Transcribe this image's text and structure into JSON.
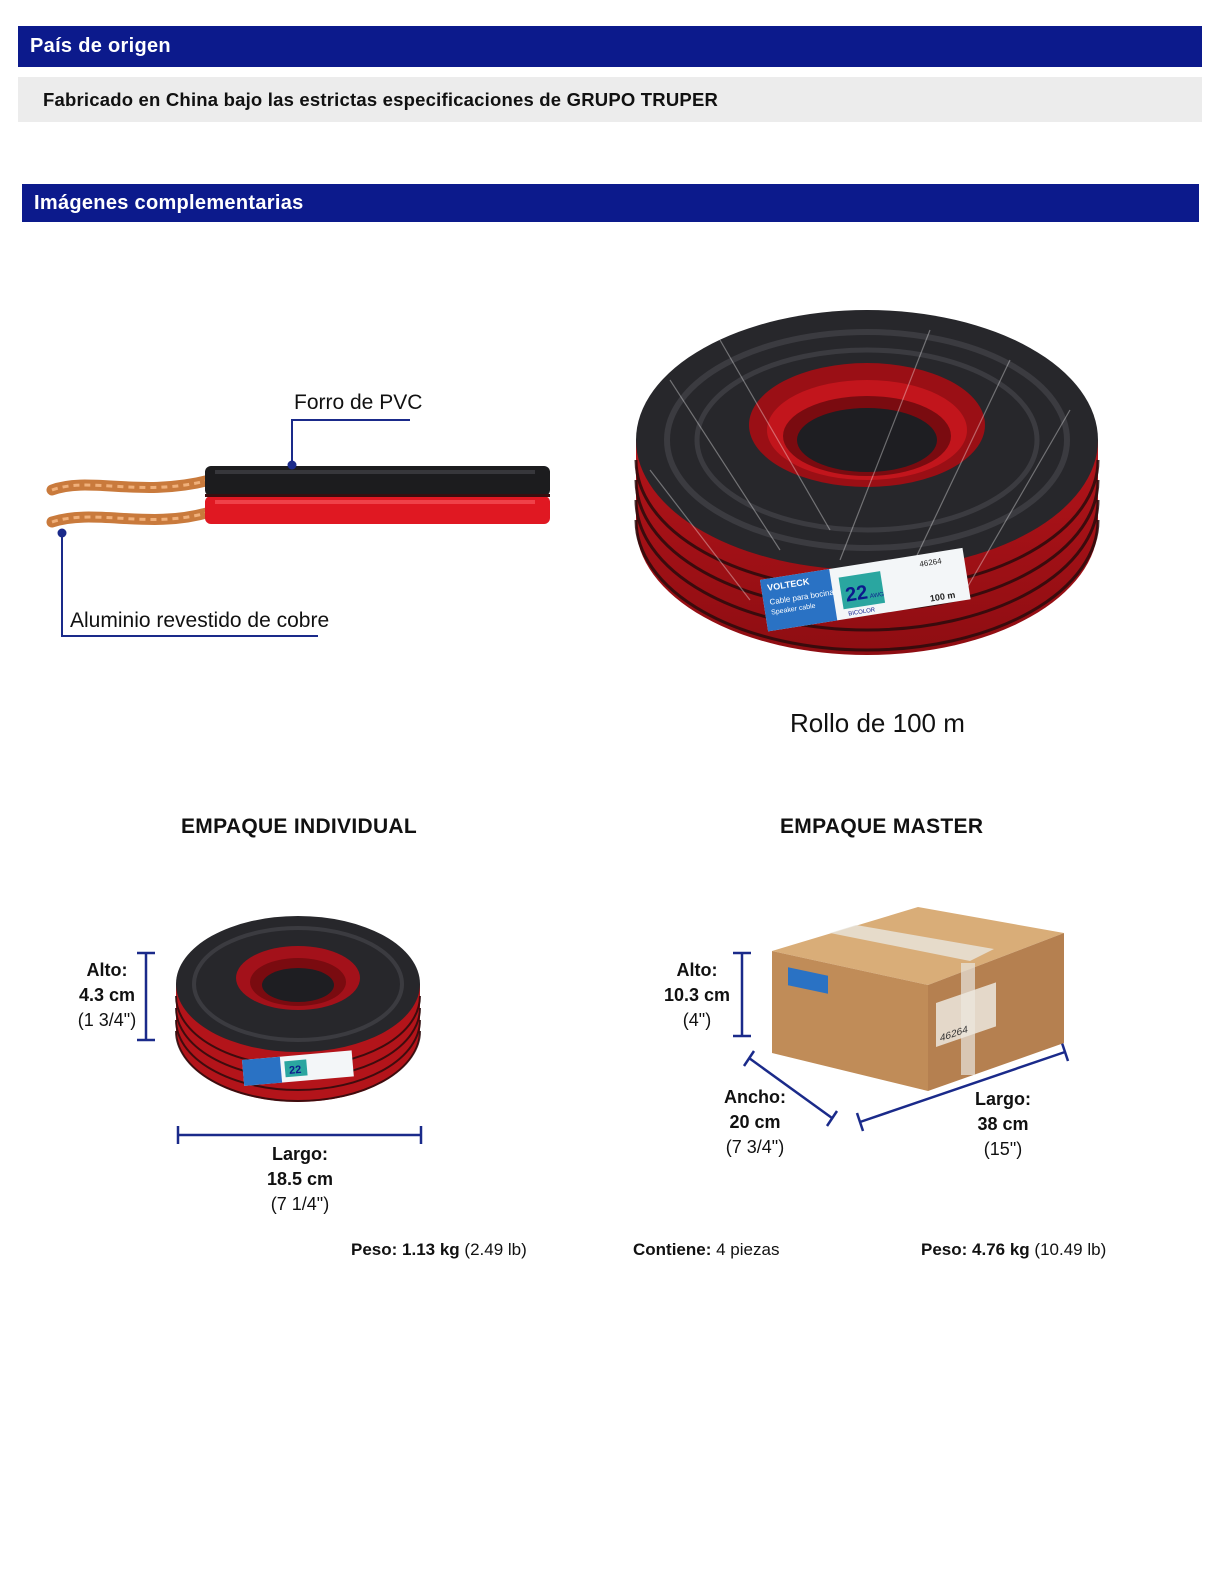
{
  "sections": {
    "origin_title": "País de origen",
    "origin_text": "Fabricado en China bajo las estrictas especificaciones de GRUPO TRUPER",
    "images_title": "Imágenes complementarias"
  },
  "cable": {
    "callout_pvc": "Forro de PVC",
    "callout_core": "Aluminio revestido de cobre"
  },
  "roll": {
    "caption": "Rollo de 100 m",
    "tag_brand": "VOLTECK",
    "tag_code": "46264",
    "tag_title": "Cable para bocina",
    "tag_sub": "Speaker cable",
    "tag_gauge": "22",
    "tag_gauge_unit": "AWG",
    "tag_color": "BICOLOR",
    "tag_length": "100 m"
  },
  "individual": {
    "title": "EMPAQUE INDIVIDUAL",
    "height_label": "Alto:",
    "height_cm": "4.3 cm",
    "height_in": "(1 3/4\")",
    "length_label": "Largo:",
    "length_cm": "18.5 cm",
    "length_in": "(7 1/4\")",
    "weight_label": "Peso:",
    "weight_kg": "1.13 kg",
    "weight_lb": "(2.49 lb)"
  },
  "master": {
    "title": "EMPAQUE MASTER",
    "height_label": "Alto:",
    "height_cm": "10.3 cm",
    "height_in": "(4\")",
    "width_label": "Ancho:",
    "width_cm": "20 cm",
    "width_in": "(7 3/4\")",
    "length_label": "Largo:",
    "length_cm": "38 cm",
    "length_in": "(15\")",
    "contains_label": "Contiene:",
    "contains_value": "4 piezas",
    "weight_label": "Peso:",
    "weight_kg": "4.76 kg",
    "weight_lb": "(10.49 lb)",
    "box_code": "46264"
  },
  "colors": {
    "header_blue": "#0c1a8c",
    "callout_blue": "#1a2a8a",
    "cable_red": "#d4141c",
    "cable_black": "#1c1c1e",
    "copper": "#d98a4e",
    "cardboard": "#c99a66"
  }
}
